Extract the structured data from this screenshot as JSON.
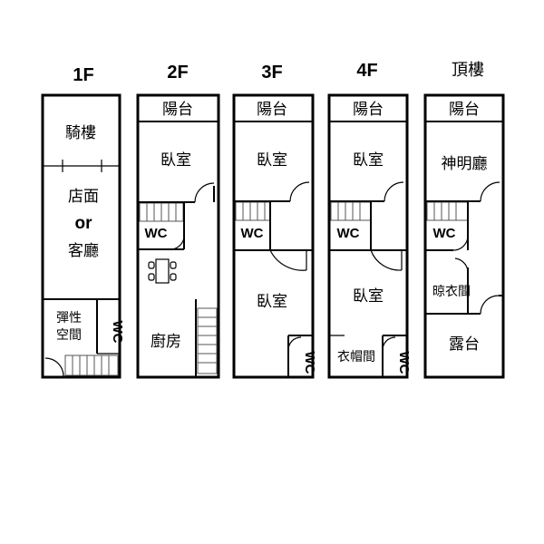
{
  "floors": [
    {
      "label": "1F"
    },
    {
      "label": "2F"
    },
    {
      "label": "3F"
    },
    {
      "label": "4F"
    },
    {
      "label": "頂樓"
    }
  ],
  "rooms": {
    "f1_arcade": "騎樓",
    "f1_store_line1": "店面",
    "f1_store_or": "or",
    "f1_store_line2": "客廳",
    "f1_flex_line1": "彈性",
    "f1_flex_line2": "空間",
    "f1_wc": "WC",
    "f2_balcony": "陽台",
    "f2_bedroom": "臥室",
    "f2_wc": "WC",
    "f2_kitchen": "廚房",
    "f3_balcony": "陽台",
    "f3_bedroom_front": "臥室",
    "f3_wc_mid": "WC",
    "f3_bedroom_back": "臥室",
    "f3_wc_back": "WC",
    "f4_balcony": "陽台",
    "f4_bedroom_front": "臥室",
    "f4_wc": "WC",
    "f4_bedroom_back": "臥室",
    "f4_closet": "衣帽間",
    "f4_wc_back": "WC",
    "roof_balcony": "陽台",
    "roof_shrine": "神明廳",
    "roof_wc": "WC",
    "roof_laundry": "晾衣間",
    "roof_terrace": "露台"
  }
}
